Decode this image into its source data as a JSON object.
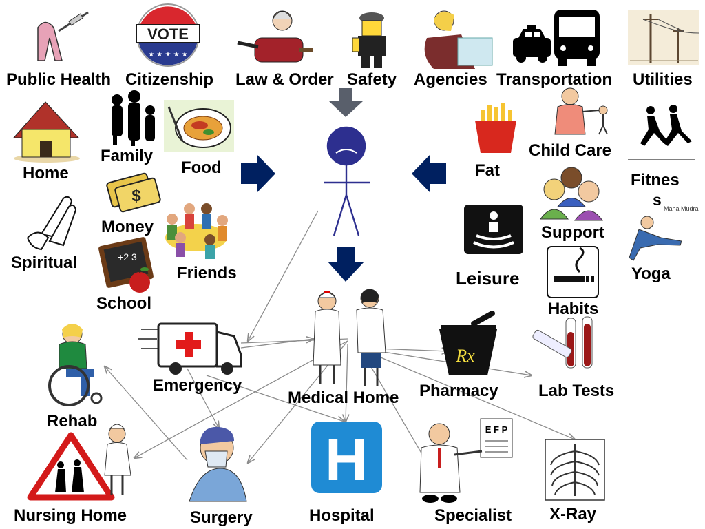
{
  "labels": {
    "public_health": "Public Health",
    "citizenship": "Citizenship",
    "law_order": "Law & Order",
    "safety": "Safety",
    "agencies": "Agencies",
    "transportation": "Transportation",
    "utilities": "Utilities",
    "home": "Home",
    "family": "Family",
    "food": "Food",
    "money": "Money",
    "friends": "Friends",
    "spiritual": "Spiritual",
    "school": "School",
    "fat": "Fat",
    "child_care": "Child Care",
    "fitness": "Fitnes",
    "fitness_wrap": "s",
    "support": "Support",
    "leisure": "Leisure",
    "yoga": "Yoga",
    "habits": "Habits",
    "emergency": "Emergency",
    "medical_home": "Medical Home",
    "pharmacy": "Pharmacy",
    "lab_tests": "Lab Tests",
    "rehab": "Rehab",
    "nursing_home": "Nursing Home",
    "surgery": "Surgery",
    "hospital": "Hospital",
    "specialist": "Specialist",
    "xray": "X-Ray"
  },
  "icons": {
    "vote_text": "VOTE",
    "hospital_letter": "H",
    "rx_text": "Rx",
    "money_symbol": "$",
    "school_board_text": "+2 3",
    "yoga_caption": "Maha Mudra",
    "eye_chart_text": "E F P"
  },
  "colors": {
    "arrow_dark": "#002060",
    "arrow_gray": "#595f6b",
    "person_blue": "#2d2f8f",
    "hospital_blue": "#1f8bd4",
    "connector": "#8c8c8c"
  }
}
